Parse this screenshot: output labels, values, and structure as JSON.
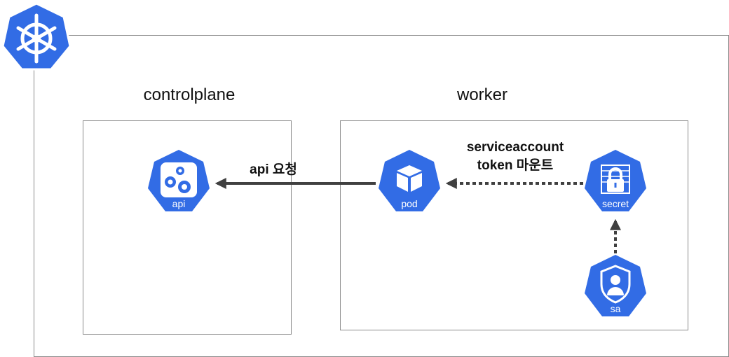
{
  "colors": {
    "k8s_blue": "#326CE5",
    "frame": "#8a8a8a",
    "arrow": "#404040"
  },
  "logo": {
    "icon": "helm-wheel-icon"
  },
  "controlplane": {
    "title": "controlplane"
  },
  "worker": {
    "title": "worker"
  },
  "nodes": {
    "api": {
      "label": "api",
      "icon": "gears-icon"
    },
    "pod": {
      "label": "pod",
      "icon": "cube-icon"
    },
    "secret": {
      "label": "secret",
      "icon": "lock-icon"
    },
    "sa": {
      "label": "sa",
      "icon": "shield-user-icon"
    }
  },
  "edges": {
    "pod_to_api": {
      "label": "api 요청"
    },
    "secret_to_pod": {
      "label_line1": "serviceaccount",
      "label_line2": "token 마운트"
    }
  }
}
